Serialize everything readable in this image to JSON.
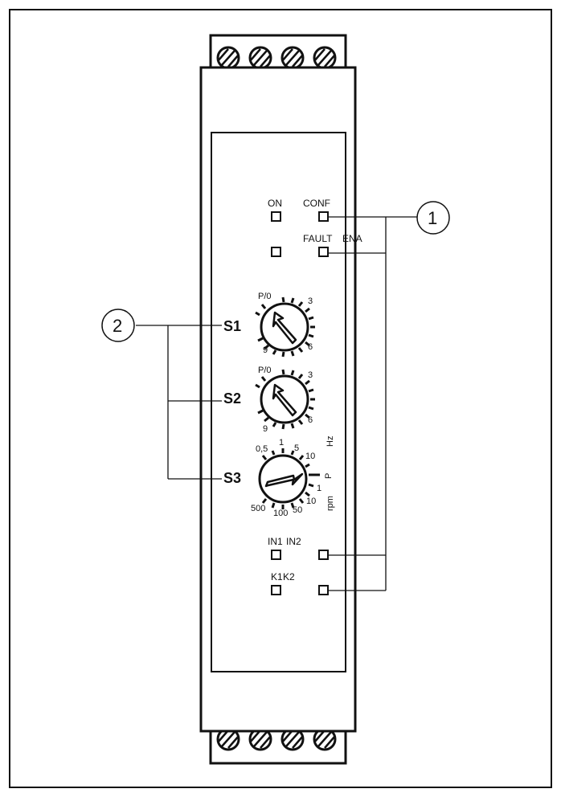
{
  "leds": {
    "on": "ON",
    "conf": "CONF",
    "fault": "FAULT",
    "ena": "ENA",
    "in1": "IN1",
    "in2": "IN2",
    "k1": "K1",
    "k2": "K2"
  },
  "switches": {
    "s1": {
      "label": "S1",
      "ticks": {
        "top": "P/0",
        "right_top": "3",
        "right_bottom": "6",
        "left_bottom": "9"
      }
    },
    "s2": {
      "label": "S2",
      "ticks": {
        "top": "P/0",
        "right_top": "3",
        "right_bottom": "6",
        "left_bottom": "9"
      }
    },
    "s3": {
      "label": "S3",
      "ticks": {
        "t05": "0,5",
        "t1": "1",
        "t5": "5",
        "t10a": "10",
        "p": "P",
        "t1b": "1",
        "t10b": "10",
        "t50": "50",
        "t100": "100",
        "t500": "500"
      },
      "units": {
        "hz": "Hz",
        "rpm": "rpm"
      }
    }
  },
  "callouts": {
    "c1": "1",
    "c2": "2"
  },
  "colors": {
    "stroke": "#111111",
    "background": "#ffffff"
  }
}
